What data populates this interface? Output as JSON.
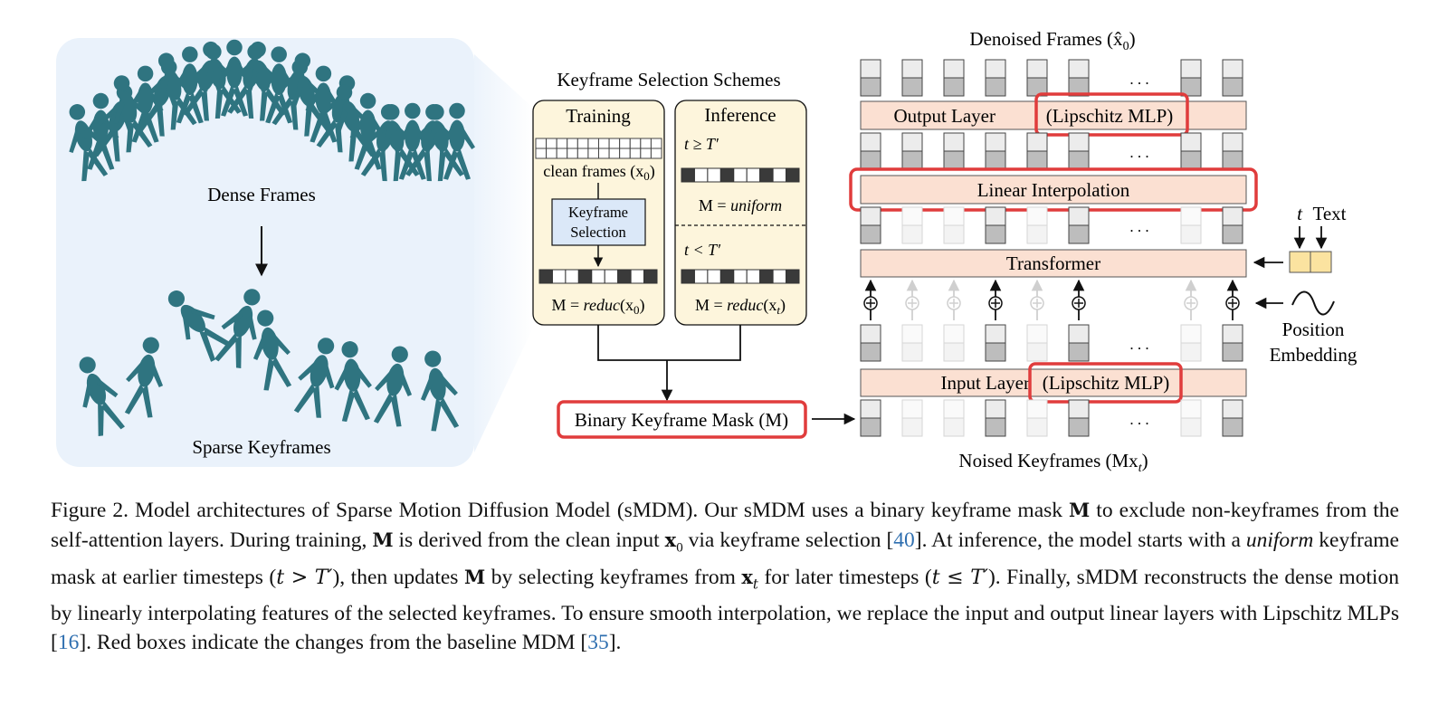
{
  "figure": {
    "left_panel": {
      "dense_label": "Dense Frames",
      "sparse_label": "Sparse Keyframes"
    },
    "schemes": {
      "title": "Keyframe Selection Schemes",
      "training": {
        "title": "Training",
        "clean_frames": "clean frames (x",
        "clean_frames_sub": "0",
        "clean_frames_close": ")",
        "selection_line1": "Keyframe",
        "selection_line2": "Selection",
        "mask_prefix": "M = ",
        "mask_func": "reduc",
        "mask_arg": "(x",
        "mask_sub": "0",
        "mask_close": ")"
      },
      "inference": {
        "title": "Inference",
        "cond_upper": "t ≥ T′",
        "mask_upper_prefix": "M = ",
        "mask_upper_value": "uniform",
        "cond_lower": "t < T′",
        "mask_lower_prefix": "M = ",
        "mask_lower_func": "reduc",
        "mask_lower_arg": "(x",
        "mask_lower_sub": "t",
        "mask_lower_close": ")"
      },
      "binary_mask": "Binary Keyframe Mask (M)"
    },
    "architecture": {
      "top_label": "Denoised Frames (x̂",
      "top_label_sub": "0",
      "top_label_close": ")",
      "output_layer_prefix": "Output Layer ",
      "output_layer_highlight": "(Lipschitz MLP)",
      "linear_interpolation": "Linear Interpolation",
      "transformer": "Transformer",
      "input_layer_prefix": "Input Layer ",
      "input_layer_highlight": "(Lipschitz MLP)",
      "bottom_label": "Noised Keyframes (Mx",
      "bottom_label_sub": "t",
      "bottom_label_close": ")",
      "ellipsis": ". . .",
      "t_label": "t",
      "text_label": "Text",
      "position_line1": "Position",
      "position_line2": "Embedding",
      "plus_symbol": "⊕"
    },
    "colors": {
      "highlight_red": "#e03c3c",
      "layer_fill": "#fbe0d2",
      "scheme_fill": "#fdf5dc",
      "selection_fill": "#dbe8f8",
      "panel_bg": "#eaf2fb",
      "figure_teal": "#2f7480",
      "token_yellow": "#fbe3a0"
    }
  },
  "caption": {
    "p1": "Figure 2. Model architectures of Sparse Motion Diffusion Model (sMDM). Our sMDM uses a binary keyframe mask ",
    "m1": "M",
    "p2": " to exclude non-keyframes from the self-attention layers. During training, ",
    "m2": "M",
    "p3": " is derived from the clean input ",
    "x0": "x",
    "x0sub": "0",
    "p4": " via keyframe selection [",
    "c40": "40",
    "p5": "]. At inference, the model starts with a ",
    "uniform": "uniform",
    "p6": " keyframe mask at earlier timesteps (",
    "cond1": "t > T′",
    "p7": "), then updates ",
    "m3": "M",
    "p8": " by selecting keyframes from ",
    "xt": "x",
    "xtsub": "t",
    "p9": " for later timesteps (",
    "cond2": "t ≤ T′",
    "p10": "). Finally, sMDM reconstructs the dense motion by linearly interpolating features of the selected keyframes. To ensure smooth interpolation, we replace the input and output linear layers with Lipschitz MLPs [",
    "c16": "16",
    "p11": "]. Red boxes indicate the changes from the baseline MDM [",
    "c35": "35",
    "p12": "]."
  }
}
